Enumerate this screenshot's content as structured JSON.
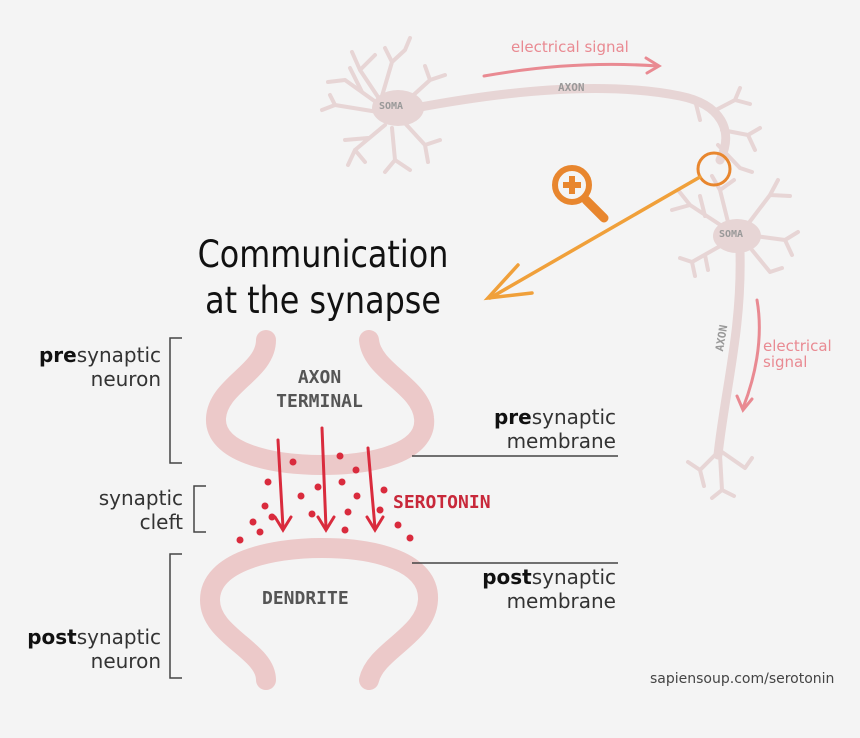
{
  "title": {
    "line1": "Communication",
    "line2": "at the synapse"
  },
  "overview": {
    "signal_top": "electrical signal",
    "axon_top": "AXON",
    "soma_1": "SOMA",
    "soma_2": "SOMA",
    "axon_right": "AXON",
    "signal_right_line1": "electrical",
    "signal_right_line2": "signal"
  },
  "synapse": {
    "axon_terminal_line1": "AXON",
    "axon_terminal_line2": "TERMINAL",
    "serotonin": "SEROTONIN",
    "dendrite": "DENDRITE"
  },
  "labels": {
    "presynaptic_neuron": {
      "bold": "pre",
      "rest": "synaptic",
      "line2": "neuron"
    },
    "synaptic_cleft": {
      "line1": "synaptic",
      "line2": "cleft"
    },
    "postsynaptic_neuron": {
      "bold": "post",
      "rest": "synaptic",
      "line2": "neuron"
    },
    "presynaptic_membrane": {
      "bold": "pre",
      "rest": "synaptic",
      "line2": "membrane"
    },
    "postsynaptic_membrane": {
      "bold": "post",
      "rest": "synaptic",
      "line2": "membrane"
    }
  },
  "footer": {
    "source": "sapiensoup.com/serotonin"
  },
  "colors": {
    "background": "#f4f4f4",
    "neuron": "#e7d5d5",
    "membrane": "#ecc9c9",
    "signal": "#e98a92",
    "serotonin": "#d92b3d",
    "zoom": "#e8862e",
    "text": "#333333"
  },
  "icons": [
    "magnifier-plus-icon"
  ]
}
